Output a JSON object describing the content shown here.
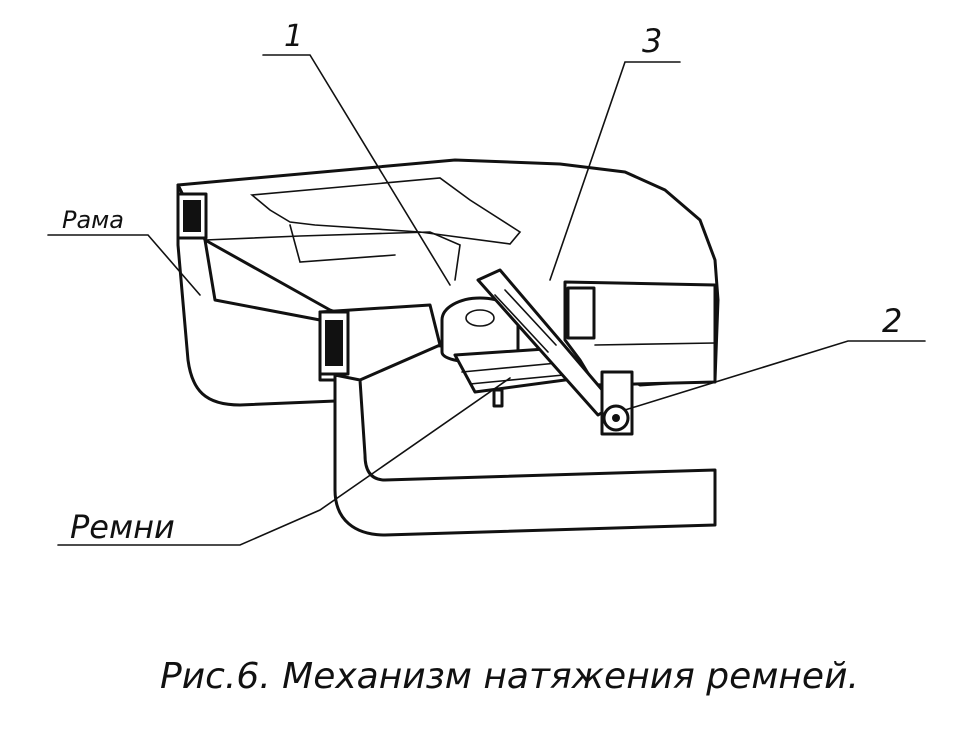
{
  "labels": {
    "callout_1": "1",
    "callout_2": "2",
    "callout_3": "3",
    "frame": "Рама",
    "belts": "Ремни"
  },
  "caption": "Рис.6. Механизм натяжения ремней."
}
